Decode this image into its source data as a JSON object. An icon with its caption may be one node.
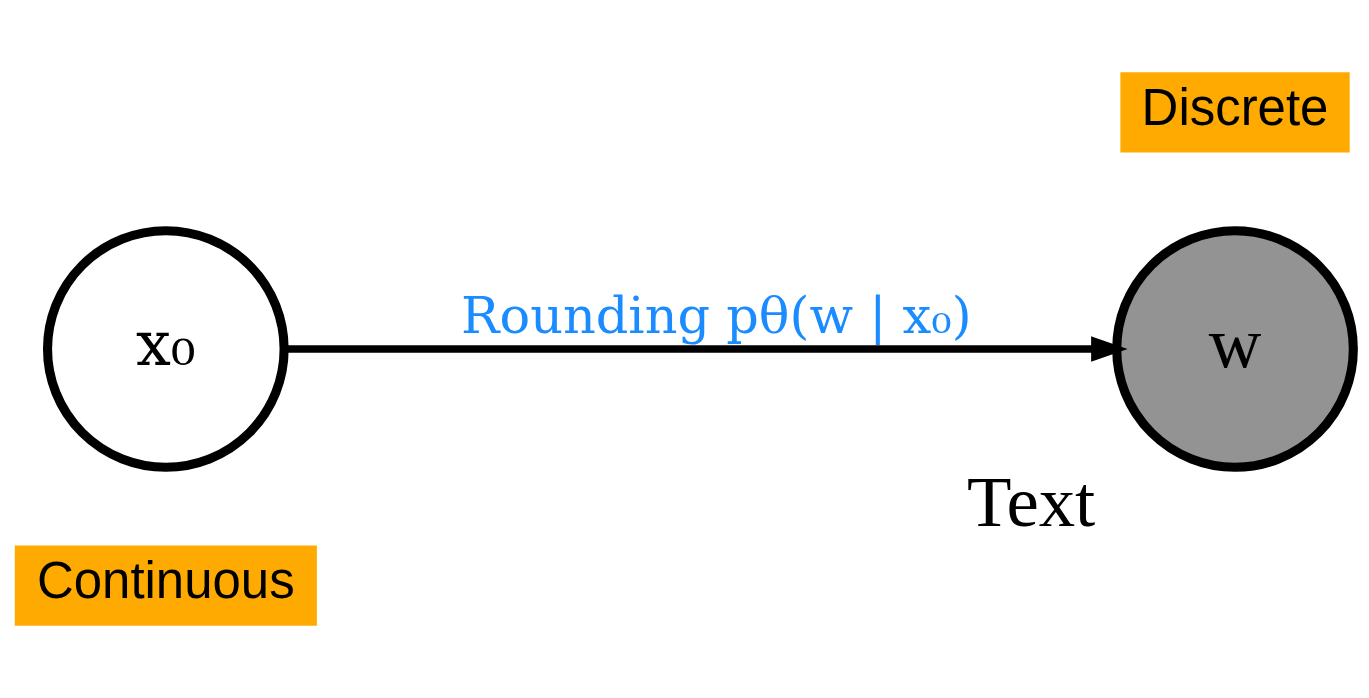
{
  "diagram": {
    "nodes": [
      {
        "text": [
          "Continuous"
        ]
      },
      {
        "text": [
          "Discrete"
        ]
      },
      {
        "text": [
          "x₀"
        ]
      },
      {
        "text": [
          "w"
        ],
        "beside": [
          "Text"
        ]
      }
    ],
    "edges": [
      {
        "from": 2,
        "to": 3,
        "arrow": "to",
        "label": "Rounding pθ(w | x₀)"
      }
    ]
  }
}
